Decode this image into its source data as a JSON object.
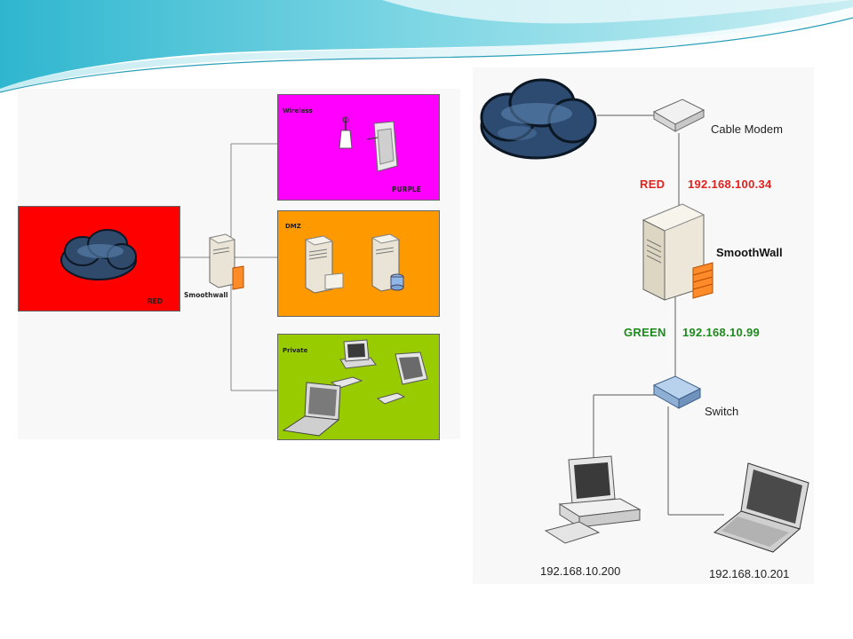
{
  "left_diagram": {
    "zones": {
      "red": {
        "label": "RED",
        "color": "#ff0000"
      },
      "wireless": {
        "label": "Wireless",
        "sublabel": "PURPLE",
        "color": "#ff00ff"
      },
      "dmz": {
        "label": "DMZ",
        "color": "#ff9900"
      },
      "private": {
        "label": "Private",
        "color": "#99cc00"
      }
    },
    "firewall_label": "Smoothwall"
  },
  "right_diagram": {
    "modem_label": "Cable Modem",
    "red_interface": {
      "name": "RED",
      "ip": "192.168.100.34"
    },
    "firewall_label": "SmoothWall",
    "green_interface": {
      "name": "GREEN",
      "ip": "192.168.10.99"
    },
    "switch_label": "Switch",
    "desktop_ip": "192.168.10.200",
    "laptop_ip": "192.168.10.201"
  },
  "colors": {
    "red": "#e0231f",
    "green": "#1c8a1c",
    "header_teal": "#3ec3d8"
  }
}
